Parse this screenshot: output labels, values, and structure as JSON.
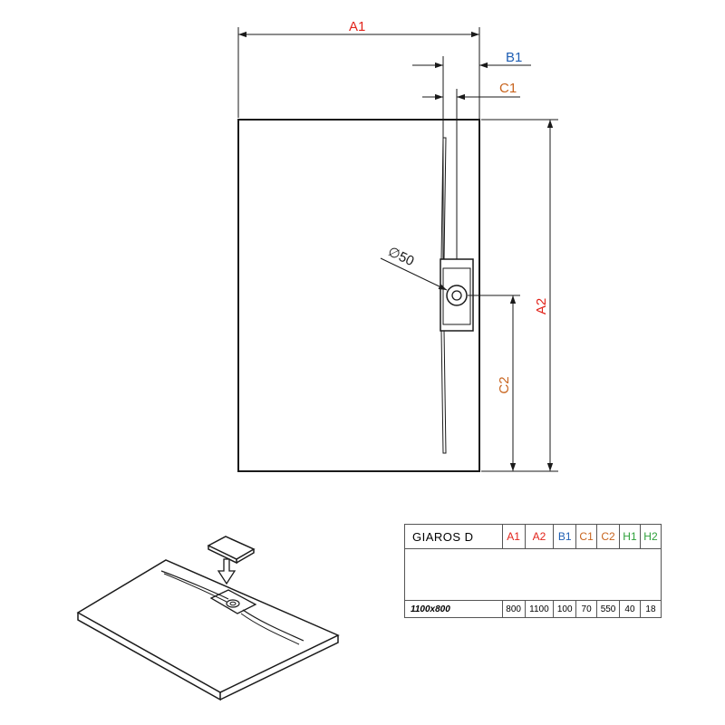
{
  "dimension_labels": {
    "a1": "A1",
    "a2": "A2",
    "b1": "B1",
    "c1": "C1",
    "c2": "C2",
    "drain_diameter": "∅50"
  },
  "table": {
    "model": "GIAROS D",
    "headers": [
      "A1",
      "A2",
      "B1",
      "C1",
      "C2",
      "H1",
      "H2"
    ],
    "rows": [
      {
        "size": "1100x800",
        "values": [
          "800",
          "1100",
          "100",
          "70",
          "550",
          "40",
          "18"
        ]
      }
    ]
  },
  "colors": {
    "A": "#e2231a",
    "B": "#1f5fb4",
    "C": "#c8641e",
    "H": "#2ea03a",
    "line": "#1a1a1a"
  }
}
